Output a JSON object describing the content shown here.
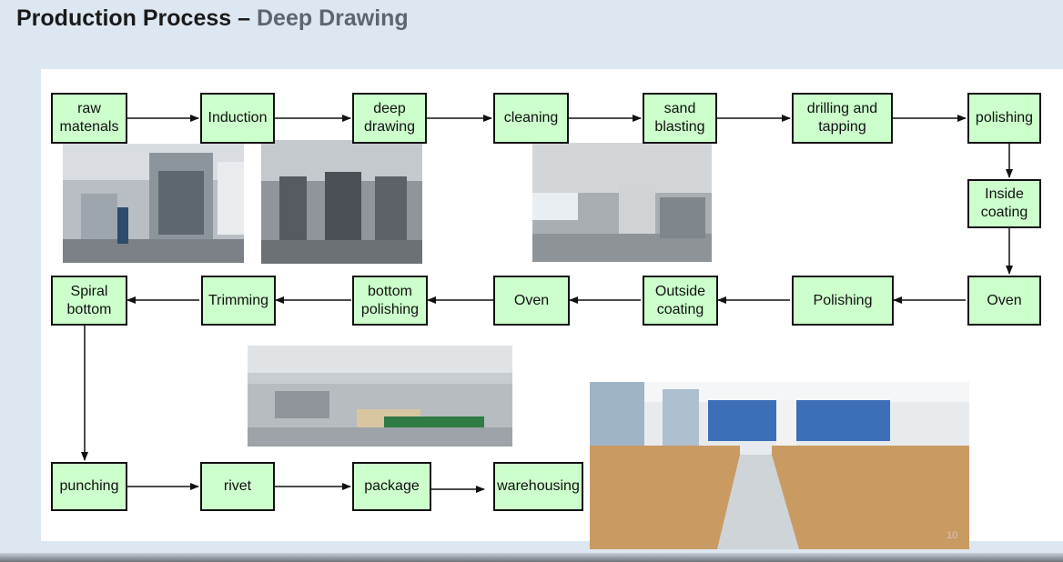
{
  "title": {
    "part1": "Production Process",
    "dash": "–",
    "part2": "Deep Drawing"
  },
  "steps": [
    {
      "id": "raw-materials",
      "label": "raw\nmatenals"
    },
    {
      "id": "induction",
      "label": "Induction"
    },
    {
      "id": "deep-drawing",
      "label": "deep\ndrawing"
    },
    {
      "id": "cleaning",
      "label": "cleaning"
    },
    {
      "id": "sand-blasting",
      "label": "sand\nblasting"
    },
    {
      "id": "drilling-tapping",
      "label": "drilling and\ntapping"
    },
    {
      "id": "polishing-1",
      "label": "polishing"
    },
    {
      "id": "inside-coating",
      "label": "Inside\ncoating"
    },
    {
      "id": "oven-1",
      "label": "Oven"
    },
    {
      "id": "polishing-2",
      "label": "Polishing"
    },
    {
      "id": "outside-coating",
      "label": "Outside\ncoating"
    },
    {
      "id": "oven-2",
      "label": "Oven"
    },
    {
      "id": "bottom-polishing",
      "label": "bottom\npolishing"
    },
    {
      "id": "trimming",
      "label": "Trimming"
    },
    {
      "id": "spiral-bottom",
      "label": "Spiral\nbottom"
    },
    {
      "id": "punching",
      "label": "punching"
    },
    {
      "id": "rivet",
      "label": "rivet"
    },
    {
      "id": "package",
      "label": "package"
    },
    {
      "id": "warehousing",
      "label": "warehousing"
    }
  ],
  "flow": [
    [
      "raw-materials",
      "induction"
    ],
    [
      "induction",
      "deep-drawing"
    ],
    [
      "deep-drawing",
      "cleaning"
    ],
    [
      "cleaning",
      "sand-blasting"
    ],
    [
      "sand-blasting",
      "drilling-tapping"
    ],
    [
      "drilling-tapping",
      "polishing-1"
    ],
    [
      "polishing-1",
      "inside-coating"
    ],
    [
      "inside-coating",
      "oven-1"
    ],
    [
      "oven-1",
      "polishing-2"
    ],
    [
      "polishing-2",
      "outside-coating"
    ],
    [
      "outside-coating",
      "oven-2"
    ],
    [
      "oven-2",
      "bottom-polishing"
    ],
    [
      "bottom-polishing",
      "trimming"
    ],
    [
      "trimming",
      "spiral-bottom"
    ],
    [
      "spiral-bottom",
      "punching"
    ],
    [
      "punching",
      "rivet"
    ],
    [
      "rivet",
      "package"
    ],
    [
      "package",
      "warehousing"
    ]
  ],
  "page_number": "10",
  "colors": {
    "box_fill": "#ccffcc",
    "box_border": "#111111",
    "title_accent": "#5c6670"
  }
}
